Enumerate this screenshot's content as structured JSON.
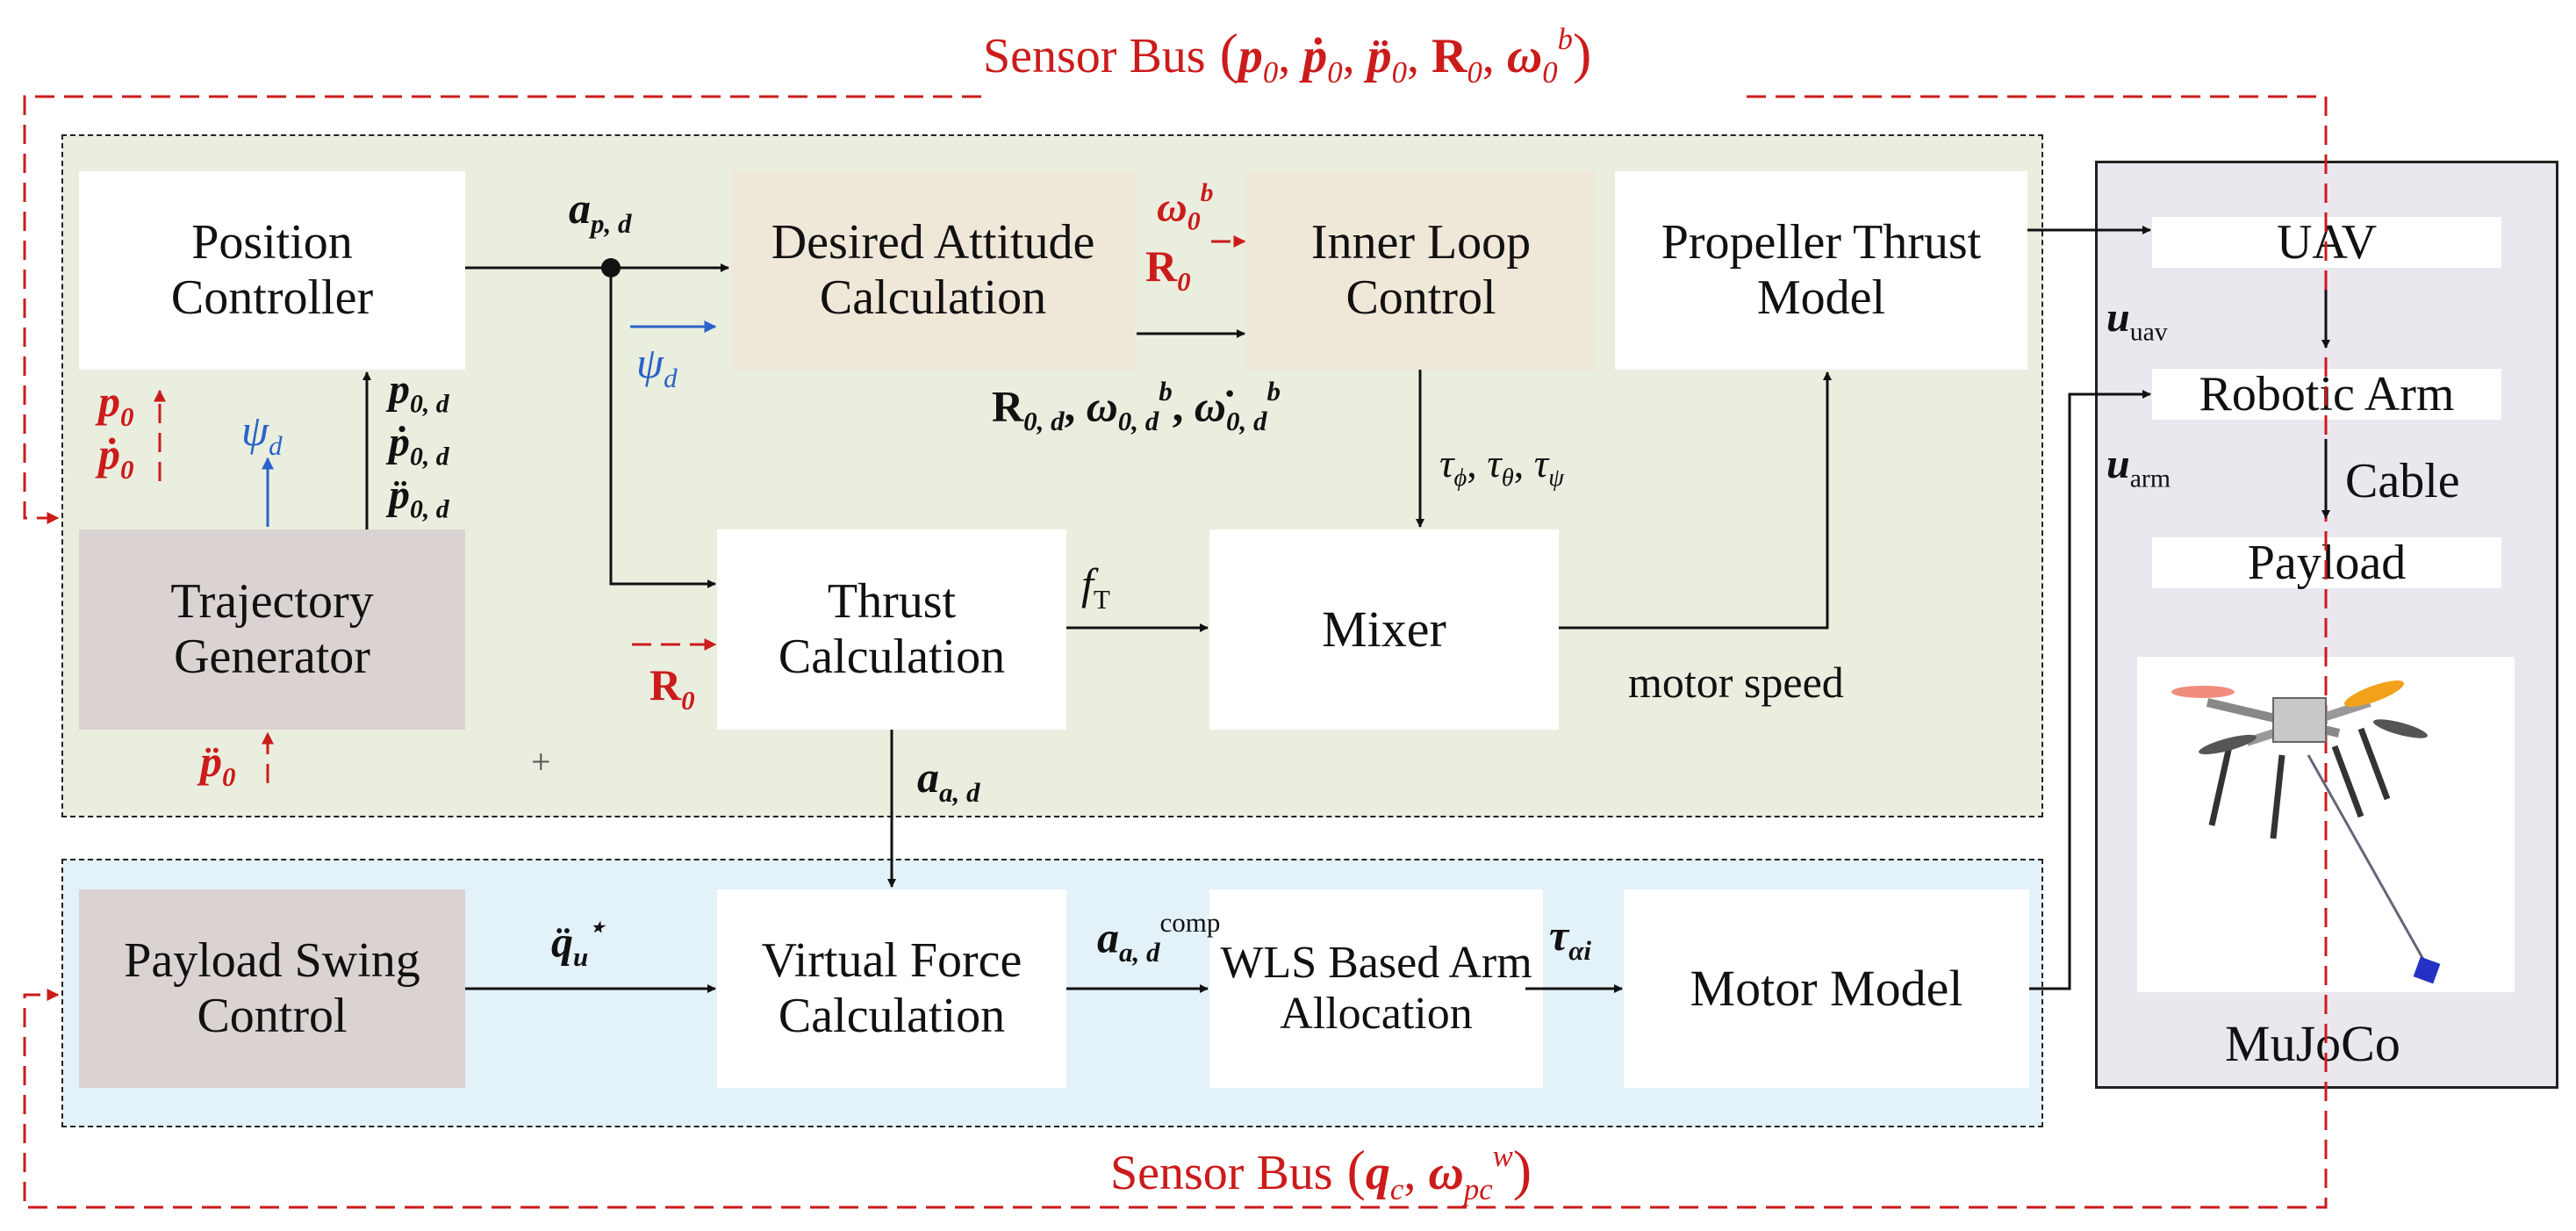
{
  "sensor_bus_top": "Sensor Bus",
  "sensor_bus_bottom": "Sensor Bus",
  "blocks": {
    "position_controller": "Position Controller",
    "desired_attitude": "Desired Attitude Calculation",
    "inner_loop": "Inner Loop Control",
    "propeller_thrust": "Propeller Thrust Model",
    "trajectory_generator": "Trajectory Generator",
    "thrust_calculation": "Thrust Calculation",
    "mixer": "Mixer",
    "payload_swing": "Payload Swing Control",
    "virtual_force": "Virtual Force Calculation",
    "wls_arm": "WLS Based Arm Allocation",
    "motor_model": "Motor Model"
  },
  "sim": {
    "uav": "UAV",
    "robotic_arm": "Robotic Arm",
    "cable": "Cable",
    "payload": "Payload",
    "mujoco": "MuJoCo"
  },
  "signals": {
    "motor_speed": "motor speed",
    "plus": "+"
  },
  "colors": {
    "outer_region_bg": "#eaeedf",
    "swing_region_bg": "#e3f1f8",
    "attitude_bg": "#efe7d8",
    "trajectory_bg": "#dbd3d1",
    "sim_panel_bg": "#eae7ee",
    "sensor_red": "#cc1b1b",
    "signal_blue": "#2a62c9"
  }
}
